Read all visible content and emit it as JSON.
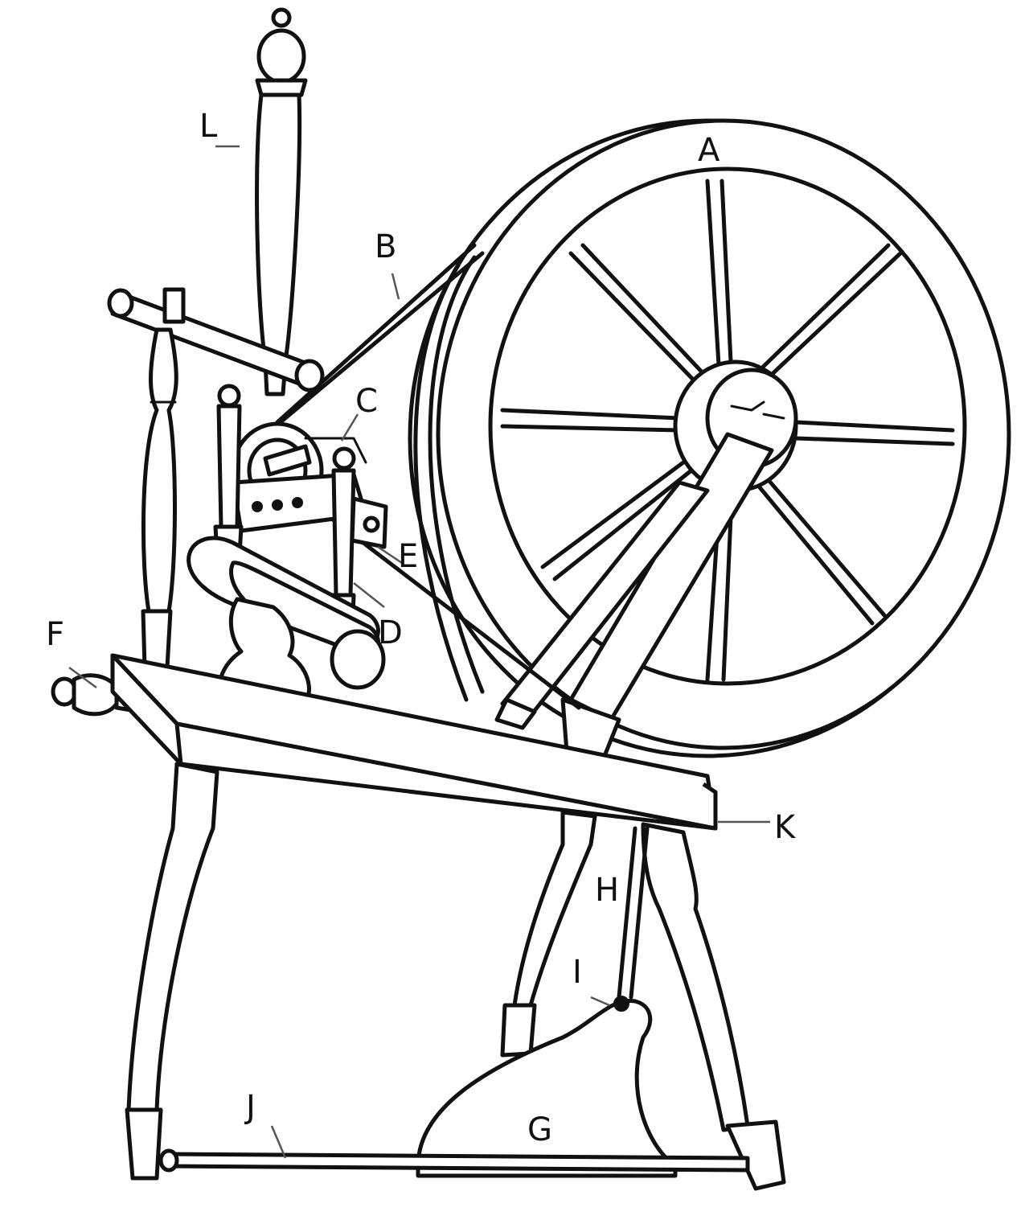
{
  "labels": {
    "A": "A",
    "B": "B",
    "C": "C",
    "D": "D",
    "E": "E",
    "F": "F",
    "G": "G",
    "H": "H",
    "I": "I",
    "J": "J",
    "K": "K",
    "L": "L"
  },
  "colors": {
    "ink": "#111111",
    "paper": "#ffffff",
    "leader": "#555555"
  }
}
